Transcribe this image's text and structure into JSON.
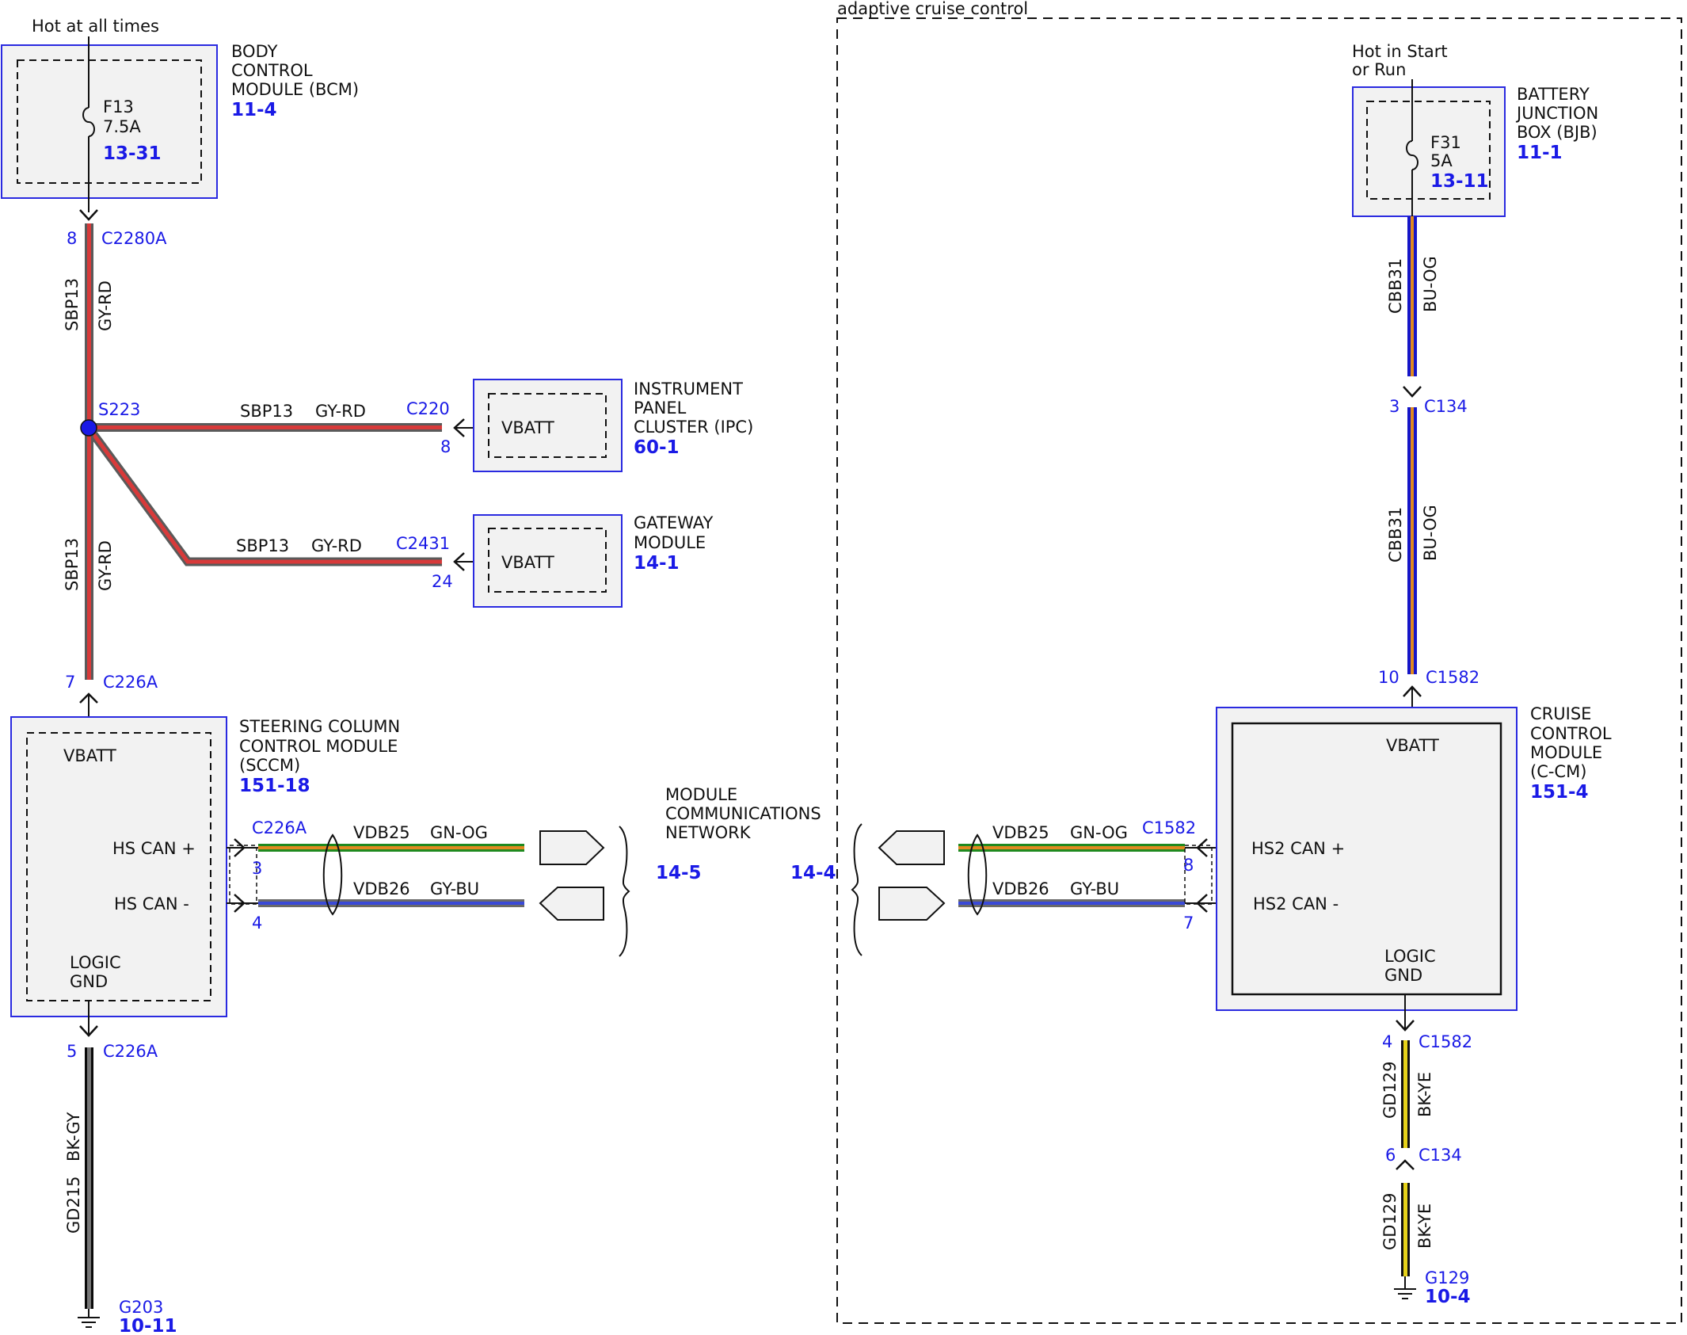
{
  "power": {
    "hot_all_times": "Hot at all times",
    "hot_start_run_1": "Hot in Start",
    "hot_start_run_2": "or Run"
  },
  "region": {
    "label": "adaptive cruise control"
  },
  "bcm": {
    "name_1": "BODY",
    "name_2": "CONTROL",
    "name_3": "MODULE (BCM)",
    "ref": "11-4",
    "fuse_name": "F13",
    "fuse_rating": "7.5A",
    "fuse_ref": "13-31"
  },
  "bjb": {
    "name_1": "BATTERY",
    "name_2": "JUNCTION",
    "name_3": "BOX (BJB)",
    "ref": "11-1",
    "fuse_name": "F31",
    "fuse_rating": "5A",
    "fuse_ref": "13-11"
  },
  "ipc": {
    "name_1": "INSTRUMENT",
    "name_2": "PANEL",
    "name_3": "CLUSTER (IPC)",
    "ref": "60-1",
    "pin_label": "VBATT",
    "connector": "C220",
    "pin": "8"
  },
  "gateway": {
    "name_1": "GATEWAY",
    "name_2": "MODULE",
    "ref": "14-1",
    "pin_label": "VBATT",
    "connector": "C2431",
    "pin": "24"
  },
  "sccm": {
    "name_1": "STEERING COLUMN",
    "name_2": "CONTROL MODULE",
    "name_3": "(SCCM)",
    "ref": "151-18",
    "vbatt": "VBATT",
    "can_plus": "HS CAN +",
    "can_minus": "HS CAN -",
    "logic_1": "LOGIC",
    "logic_2": "GND",
    "can_connector": "C226A",
    "can_plus_pin": "3",
    "can_minus_pin": "4"
  },
  "ccm": {
    "name_1": "CRUISE",
    "name_2": "CONTROL",
    "name_3": "MODULE",
    "name_4": "(C-CM)",
    "ref": "151-4",
    "vbatt": "VBATT",
    "can_plus": "HS2 CAN +",
    "can_minus": "HS2 CAN -",
    "logic_1": "LOGIC",
    "logic_2": "GND",
    "can_connector": "C1582",
    "can_plus_pin": "8",
    "can_minus_pin": "7"
  },
  "network": {
    "name_1": "MODULE",
    "name_2": "COMMUNICATIONS",
    "name_3": "NETWORK",
    "ref_left": "14-5",
    "ref_right": "14-4"
  },
  "connectors": {
    "c2280a_pin": "8",
    "c2280a": "C2280A",
    "c226a_top_pin": "7",
    "c226a_top": "C226A",
    "c226a_bot_pin": "5",
    "c226a_bot": "C226A",
    "c134_top_pin": "3",
    "c134_top": "C134",
    "c1582_top_pin": "10",
    "c1582_top": "C1582",
    "c1582_bot_pin": "4",
    "c1582_bot": "C1582",
    "c134_bot_pin": "6",
    "c134_bot": "C134"
  },
  "splice": {
    "name": "S223"
  },
  "grounds": {
    "g203": "G203",
    "g203_ref": "10-11",
    "g129": "G129",
    "g129_ref": "10-4"
  },
  "wires": {
    "sbp13": "SBP13",
    "gy_rd": "GY-RD",
    "cbb31": "CBB31",
    "bu_og": "BU-OG",
    "gd215": "GD215",
    "bk_gy": "BK-GY",
    "gd129": "GD129",
    "bk_ye": "BK-YE",
    "vdb25": "VDB25",
    "gn_og": "GN-OG",
    "vdb26": "VDB26",
    "gy_bu": "GY-BU"
  },
  "colors": {
    "gy_rd": [
      "#5a5a5a",
      "#d83a3a"
    ],
    "bu_og": [
      "#1515c8",
      "#e08a20"
    ],
    "bk_gy": [
      "#0a0a0a",
      "#777777"
    ],
    "bk_ye": [
      "#111111",
      "#e6d21a"
    ],
    "gn_og": [
      "#1f8a1f",
      "#e08a20"
    ],
    "gy_bu": [
      "#6a6a6a",
      "#3a4ad8"
    ],
    "label_blue": "#1a1ae6",
    "box_border": "#2a2ae0",
    "box_fill": "#f2f2f2"
  }
}
